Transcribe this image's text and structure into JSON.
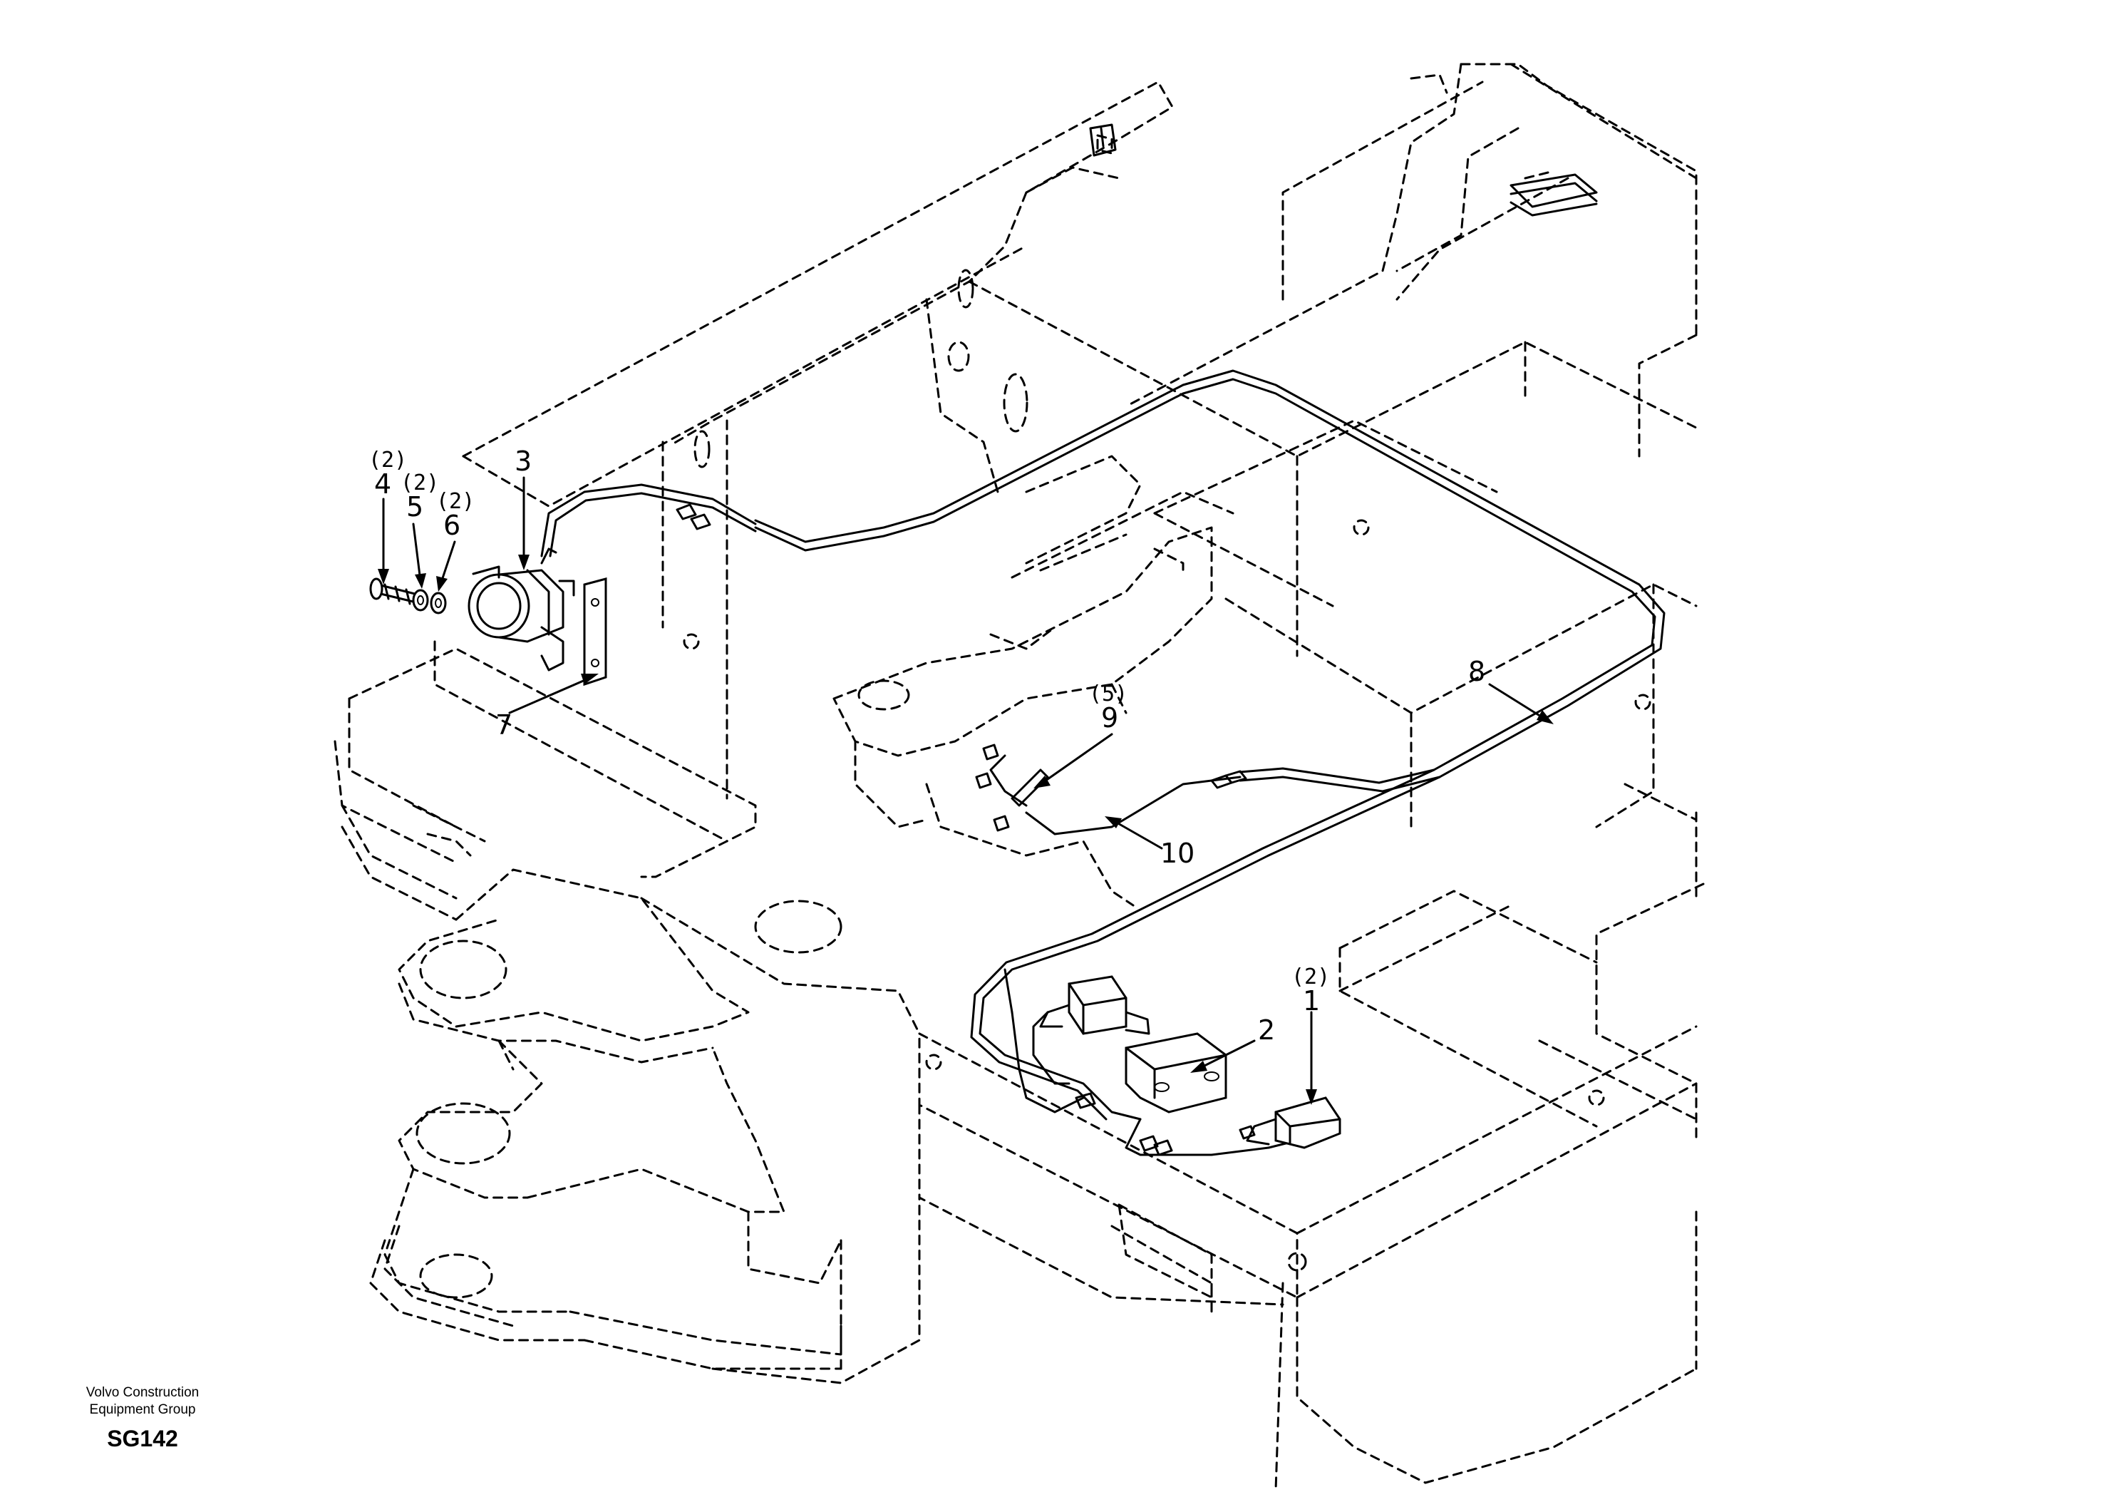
{
  "callouts": [
    {
      "id": "c4",
      "number": "4",
      "qty": "(2)"
    },
    {
      "id": "c5",
      "number": "5",
      "qty": "(2)"
    },
    {
      "id": "c6",
      "number": "6",
      "qty": "(2)"
    },
    {
      "id": "c3",
      "number": "3",
      "qty": ""
    },
    {
      "id": "c7",
      "number": "7",
      "qty": ""
    },
    {
      "id": "c8",
      "number": "8",
      "qty": ""
    },
    {
      "id": "c9",
      "number": "9",
      "qty": "(5)"
    },
    {
      "id": "c10",
      "number": "10",
      "qty": ""
    },
    {
      "id": "c2",
      "number": "2",
      "qty": ""
    },
    {
      "id": "c1",
      "number": "1",
      "qty": "(2)"
    }
  ],
  "footer": {
    "company_line1": "Volvo Construction",
    "company_line2": "Equipment Group",
    "code": "SG142"
  }
}
